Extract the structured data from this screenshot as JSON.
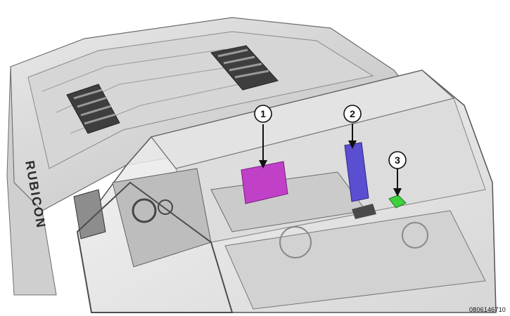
{
  "figure": {
    "figure_id": "0806146710",
    "badge_text": "RUBICON",
    "callouts": [
      {
        "number": "1",
        "component_color": "#c040c8"
      },
      {
        "number": "2",
        "component_color": "#5a4fd0"
      },
      {
        "number": "3",
        "component_color": "#3ed13e"
      }
    ]
  }
}
